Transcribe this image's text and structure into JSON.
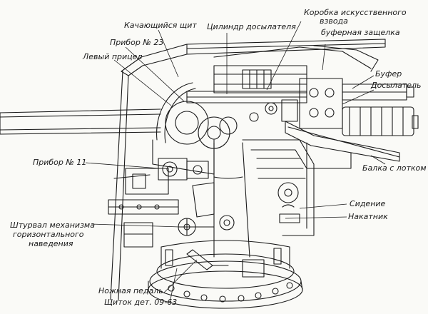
{
  "labels": {
    "kachayushchiysya_shchit": "Качающийся щит",
    "tsilindr_dosylatelya": "Цилиндр досылателя",
    "korobka_line1": "Коробка искусственного",
    "korobka_line2": "взвода",
    "bufernaya_zashchelka": "буферная защелка",
    "pribor_23": "Прибор № 23",
    "levyy_pritsel": "Левый прицел",
    "bufer": "Буфер",
    "dosylatel": "Досылатель",
    "balka_s_lotkom": "Балка с лотком",
    "pribor_11": "Прибор № 11",
    "sidenie": "Сидение",
    "nakatnik": "Накатник",
    "shturval_line1": "Штурвал механизма",
    "shturval_line2": "горизонтального",
    "shturval_line3": "наведения",
    "nozhnaya_pedal": "Ножная педаль",
    "shchitok": "Щиток дет. 09-63"
  },
  "colors": {
    "ink": "#1a1a1a",
    "paper": "#fafaf7",
    "shade": "#c8c8c2"
  }
}
